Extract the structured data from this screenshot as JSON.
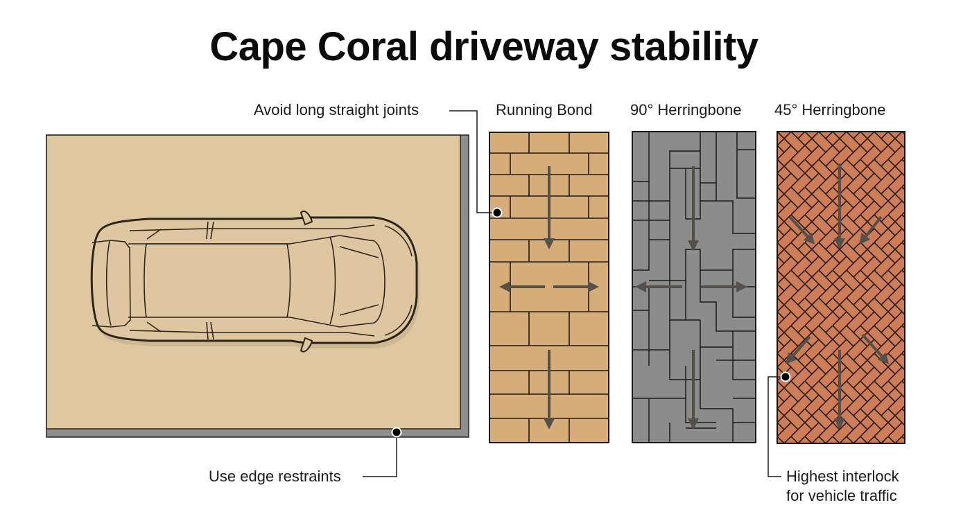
{
  "title": "Cape Coral driveway stability",
  "callouts": {
    "avoid_joints": "Avoid long straight joints",
    "edge_restraints": "Use edge restraints",
    "highest_interlock_line1": "Highest interlock",
    "highest_interlock_line2": "for vehicle traffic"
  },
  "patterns": [
    {
      "label": "Running Bond",
      "color": "#d6ac78",
      "arrows": [
        "down",
        "left-right",
        "down"
      ]
    },
    {
      "label": "90° Herringbone",
      "color": "#8c8c8c",
      "arrows": [
        "down",
        "left-right",
        "down"
      ]
    },
    {
      "label": "45° Herringbone",
      "color": "#cd7e58",
      "arrows": [
        "down",
        "converge-diagonal",
        "diverge-diagonal",
        "down"
      ]
    }
  ],
  "driveway": {
    "surface_color": "#dfc8a0",
    "edge_restraint_color": "#8e8e8e",
    "vehicle": "car top view"
  },
  "colors": {
    "arrow": "#555049",
    "line": "#1a1a1a"
  }
}
